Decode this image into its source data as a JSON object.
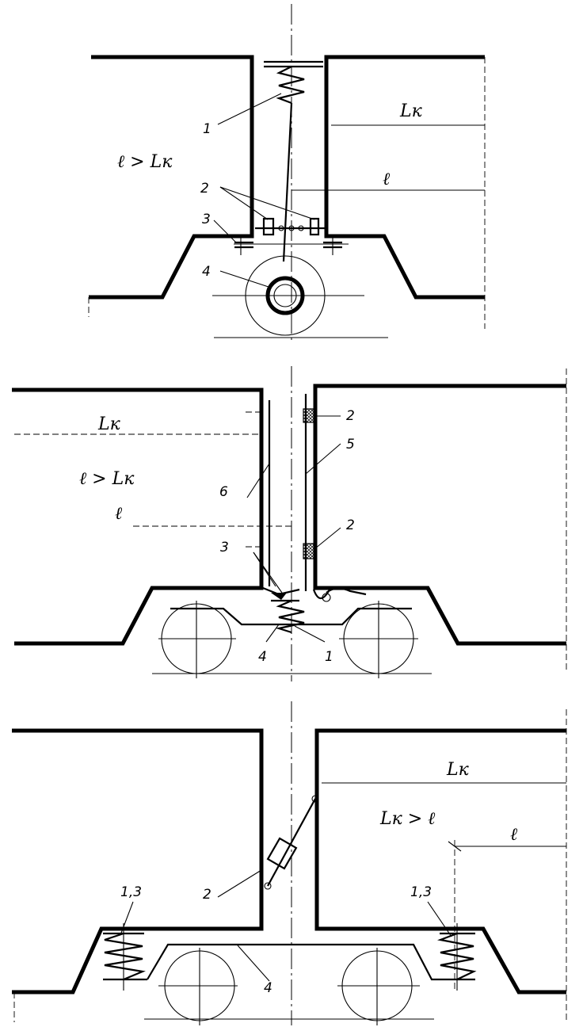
{
  "panels": {
    "top": {
      "condition": "ℓ > Lк",
      "dim_car_length": "Lк",
      "dim_distance": "ℓ",
      "callouts": [
        "1",
        "2",
        "3",
        "4"
      ]
    },
    "middle": {
      "dim_car_length": "Lк",
      "condition": "ℓ > Lк",
      "dim_distance": "ℓ",
      "callouts": [
        "2",
        "5",
        "6",
        "3",
        "2",
        "4",
        "1"
      ]
    },
    "bottom": {
      "dim_car_length": "Lк",
      "condition": "Lк > ℓ",
      "dim_distance": "ℓ",
      "callouts": [
        "2",
        "1,3",
        "1,3",
        "4"
      ]
    }
  }
}
